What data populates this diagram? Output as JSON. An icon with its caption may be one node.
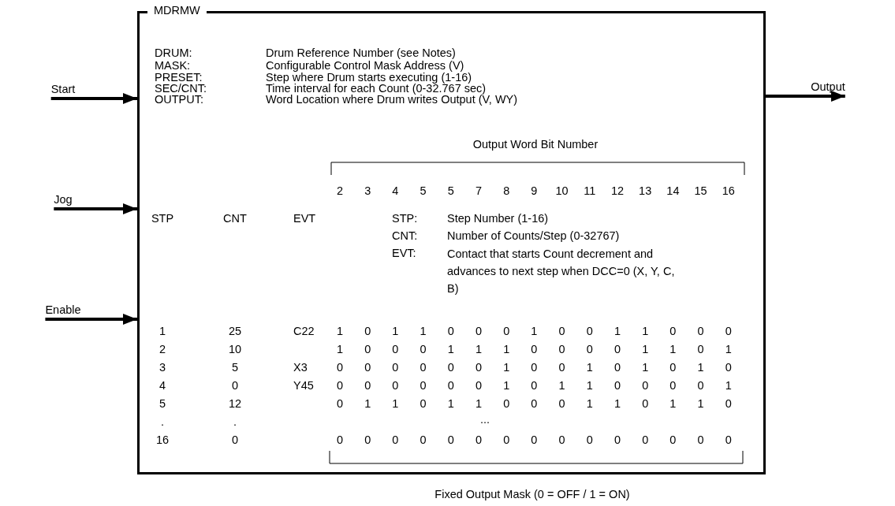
{
  "diagram": {
    "nodes": [
      {
        "text": [
          "MDRMW"
        ]
      },
      {
        "text": [
          "Start"
        ]
      },
      {
        "text": [
          "Jog"
        ]
      },
      {
        "text": [
          "Enable"
        ]
      },
      {
        "text": [
          "Output"
        ]
      }
    ],
    "edges": [
      {
        "from": 1,
        "to": 0,
        "arrow": "to"
      },
      {
        "from": 2,
        "to": 0,
        "arrow": "to"
      },
      {
        "from": 3,
        "to": 0,
        "arrow": "to"
      },
      {
        "from": 0,
        "to": 4,
        "arrow": "to"
      }
    ],
    "labels": [
      "DRUM:",
      "Drum Reference Number (see Notes)",
      "MASK:",
      "Configurable Control Mask Address (V)",
      "PRESET:",
      "Step where Drum starts executing (1-16)",
      "SEC/CNT:",
      "Time interval for each Count (0-32.767 sec)",
      "OUTPUT:",
      "Word Location where Drum writes Output (V, WY)",
      "Output Word Bit Number",
      "2",
      "3",
      "4",
      "5",
      "5",
      "7",
      "8",
      "9",
      "10",
      "11",
      "12",
      "13",
      "14",
      "15",
      "16",
      "STP",
      "CNT",
      "EVT",
      "STP:",
      "Step Number (1-16)",
      "CNT:",
      "Number of Counts/Step (0-32767)",
      "EVT:",
      "Contact that starts Count decrement and advances to next step when DCC=0 (X, Y, C, B)",
      "1",
      "25",
      "C22",
      "1",
      "0",
      "1",
      "1",
      "0",
      "0",
      "0",
      "1",
      "0",
      "0",
      "1",
      "1",
      "0",
      "0",
      "0",
      "2",
      "10",
      "1",
      "0",
      "0",
      "0",
      "1",
      "1",
      "1",
      "0",
      "0",
      "0",
      "0",
      "1",
      "1",
      "0",
      "1",
      "3",
      "5",
      "X3",
      "0",
      "0",
      "0",
      "0",
      "0",
      "0",
      "1",
      "0",
      "0",
      "1",
      "0",
      "1",
      "0",
      "1",
      "0",
      "4",
      "0",
      "Y45",
      "0",
      "0",
      "0",
      "0",
      "0",
      "0",
      "1",
      "0",
      "1",
      "1",
      "0",
      "0",
      "0",
      "0",
      "1",
      "5",
      "12",
      "0",
      "1",
      "1",
      "0",
      "1",
      "1",
      "0",
      "0",
      "0",
      "1",
      "1",
      "0",
      "1",
      "1",
      "0",
      ".",
      ".",
      "...",
      "16",
      "0",
      "0",
      "0",
      "0",
      "0",
      "0",
      "0",
      "0",
      "0",
      "0",
      "0",
      "0",
      "0",
      "0",
      "0",
      "0",
      "Fixed Output Mask (0 = OFF / 1 = ON)"
    ]
  }
}
